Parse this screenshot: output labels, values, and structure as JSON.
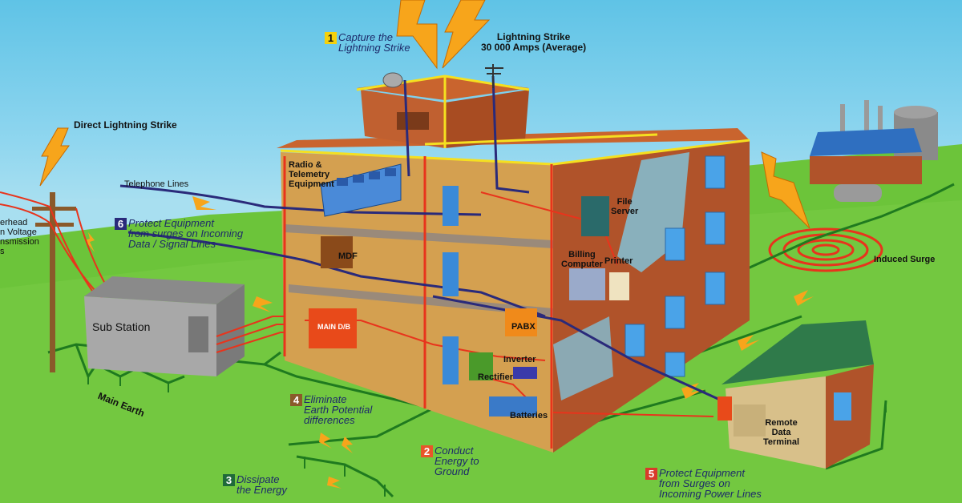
{
  "colors": {
    "sky": "#7ccfee",
    "grass": "#6cc43a",
    "earth_wire": "#1f7a1f",
    "lightning": "#f7a51b",
    "power_wire": "#e8341c",
    "signal_wire": "#2a2a7a",
    "brick": "#b0532a"
  },
  "labels": {
    "lightning_strike": [
      "Lightning Strike",
      "30 000 Amps (Average)"
    ],
    "direct_strike": "Direct Lightning Strike",
    "telephone_lines": "Telephone Lines",
    "overhead": [
      "erhead",
      "n Voltage",
      "nsmission",
      "s"
    ],
    "sub_station": "Sub Station",
    "main_earth": "Main Earth",
    "radio": [
      "Radio &",
      "Telemetry",
      "Equipment"
    ],
    "mdf": "MDF",
    "main_db": "MAIN D/B",
    "file_server": [
      "File",
      "Server"
    ],
    "billing": [
      "Billing",
      "Computer"
    ],
    "printer": "Printer",
    "pabx": "PABX",
    "inverter": "Inverter",
    "rectifier": "Rectifier",
    "batteries": "Batteries",
    "induced_surge": "Induced Surge",
    "remote": [
      "Remote",
      "Data",
      "Terminal"
    ]
  },
  "steps": [
    {
      "num": "1",
      "lines": [
        "Capture the",
        "Lightning Strike"
      ],
      "color": "#f5d10a"
    },
    {
      "num": "2",
      "lines": [
        "Conduct",
        "Energy to",
        "Ground"
      ],
      "color": "#e8562a"
    },
    {
      "num": "3",
      "lines": [
        "Dissipate",
        "the Energy"
      ],
      "color": "#1f6a3a"
    },
    {
      "num": "4",
      "lines": [
        "Eliminate",
        "Earth Potential",
        "differences"
      ],
      "color": "#8a5a2a"
    },
    {
      "num": "5",
      "lines": [
        "Protect Equipment",
        "from Surges on",
        "Incoming Power Lines"
      ],
      "color": "#d83a2a"
    },
    {
      "num": "6",
      "lines": [
        "Protect Equipment",
        "from surges on Incoming",
        "Data / Signal Lines"
      ],
      "color": "#2a2a7a"
    }
  ]
}
